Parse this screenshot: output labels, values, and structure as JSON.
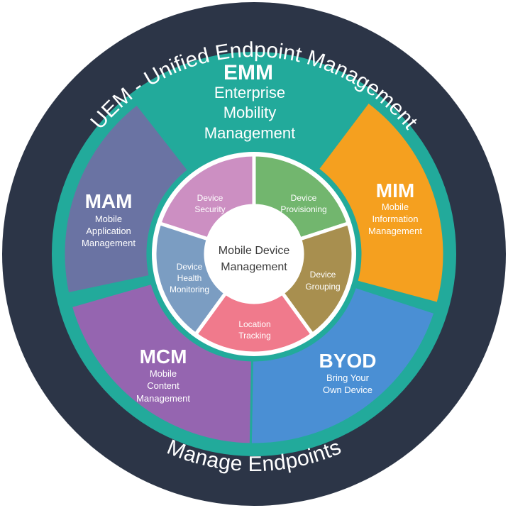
{
  "outer_ring": {
    "top_label": "UEM - Unified Endpoint Management",
    "bottom_label": "Manage Endpoints"
  },
  "segments": {
    "emm": {
      "abbr": "EMM",
      "lines": [
        "Enterprise",
        "Mobility",
        "Management"
      ],
      "color": "#22aa9b"
    },
    "mim": {
      "abbr": "MIM",
      "lines": [
        "Mobile",
        "Information",
        "Management"
      ],
      "color": "#f5a01f"
    },
    "byod": {
      "abbr": "BYOD",
      "lines": [
        "Bring Your",
        "Own Device"
      ],
      "color": "#4a8fd4"
    },
    "mcm": {
      "abbr": "MCM",
      "lines": [
        "Mobile",
        "Content",
        "Management"
      ],
      "color": "#9565b0"
    },
    "mam": {
      "abbr": "MAM",
      "lines": [
        "Mobile",
        "Application",
        "Management"
      ],
      "color": "#6a73a3"
    }
  },
  "inner_segments": {
    "device_security": {
      "lines": [
        "Device",
        "Security"
      ],
      "color": "#cc8fc2"
    },
    "device_provisioning": {
      "lines": [
        "Device",
        "Provisioning"
      ],
      "color": "#72b66e"
    },
    "device_grouping": {
      "lines": [
        "Device",
        "Grouping"
      ],
      "color": "#a88f4f"
    },
    "location_tracking": {
      "lines": [
        "Location",
        "Tracking"
      ],
      "color": "#f07a8c"
    },
    "device_health_monitoring": {
      "lines": [
        "Device",
        "Health",
        "Monitoring"
      ],
      "color": "#7b9dc2"
    }
  },
  "center": {
    "lines": [
      "Mobile Device",
      "Management"
    ]
  },
  "colors": {
    "outer_ring": "#2c3547",
    "teal_ring": "#22aa9b"
  }
}
